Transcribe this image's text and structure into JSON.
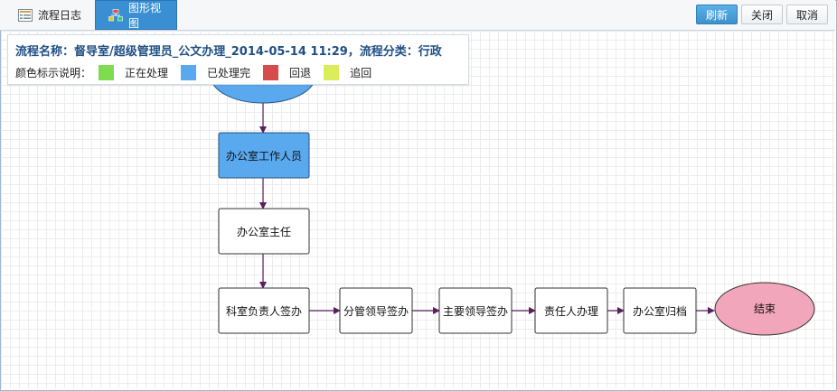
{
  "tabs": [
    {
      "label": "流程日志",
      "active": false,
      "icon": "list-icon"
    },
    {
      "label": "图形视图",
      "active": true,
      "icon": "flowchart-icon"
    }
  ],
  "buttons": {
    "refresh": "刷新",
    "close": "关闭",
    "cancel": "取消"
  },
  "info": {
    "title": "流程名称：督导室/超级管理员_公文办理_2014-05-14 11:29，流程分类：行政",
    "legend_label": "颜色标示说明：",
    "legend": [
      {
        "label": "正在处理",
        "color": "#7ddc4f"
      },
      {
        "label": "已处理完",
        "color": "#5aa9ef"
      },
      {
        "label": "回退",
        "color": "#d64b4b"
      },
      {
        "label": "追回",
        "color": "#dced5b"
      }
    ]
  },
  "flow": {
    "nodes": [
      {
        "id": "start",
        "label": "",
        "shape": "ellipse",
        "fill": "#5aa9ef"
      },
      {
        "id": "n1",
        "label": "办公室工作人员",
        "shape": "rect",
        "fill": "#5aa9ef"
      },
      {
        "id": "n2",
        "label": "办公室主任",
        "shape": "rect",
        "fill": "#ffffff"
      },
      {
        "id": "n3",
        "label": "科室负责人签办",
        "shape": "rect",
        "fill": "#ffffff"
      },
      {
        "id": "n4",
        "label": "分管领导签办",
        "shape": "rect",
        "fill": "#ffffff"
      },
      {
        "id": "n5",
        "label": "主要领导签办",
        "shape": "rect",
        "fill": "#ffffff"
      },
      {
        "id": "n6",
        "label": "责任人办理",
        "shape": "rect",
        "fill": "#ffffff"
      },
      {
        "id": "n7",
        "label": "办公室归档",
        "shape": "rect",
        "fill": "#ffffff"
      },
      {
        "id": "end",
        "label": "结束",
        "shape": "ellipse",
        "fill": "#f2a6bb"
      }
    ],
    "edge_color": "#5a1f5e"
  }
}
